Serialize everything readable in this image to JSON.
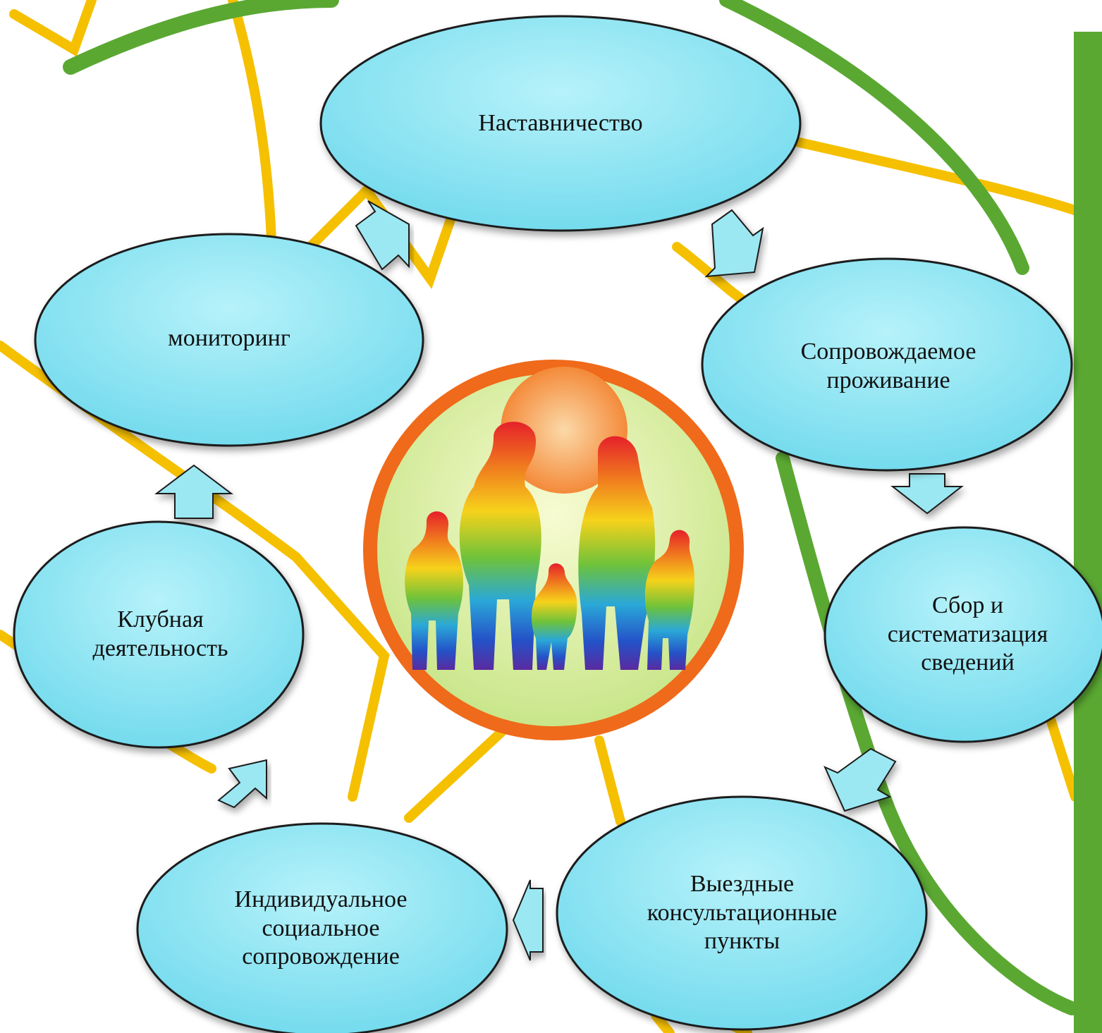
{
  "colors": {
    "node_fill": "#7fe1f0",
    "node_stroke": "#1a1a1a",
    "arrow_fill": "#9be8f2",
    "decor_yellow": "#f5c000",
    "decor_green": "#5aa832",
    "emblem_ring": "#ef6a1a",
    "emblem_bg": "#d9ee9a",
    "sun": "#f6a25a"
  },
  "nodes": [
    {
      "id": "mentoring",
      "label": "Наставничество"
    },
    {
      "id": "supported-living",
      "label": "Сопровождаемое\nпроживание"
    },
    {
      "id": "data-collection",
      "label": "Сбор и\nсистематизация\nсведений"
    },
    {
      "id": "field-consultations",
      "label": "Выездные\nконсультационные\nпункты"
    },
    {
      "id": "individual-support",
      "label": "Индивидуальное\nсоциальное\nсопровождение"
    },
    {
      "id": "club-activity",
      "label": "Клубная\nдеятельность"
    },
    {
      "id": "monitoring",
      "label": "мониторинг"
    }
  ],
  "cycle_direction": "clockwise",
  "center_image": "family-silhouette-rainbow-icon"
}
